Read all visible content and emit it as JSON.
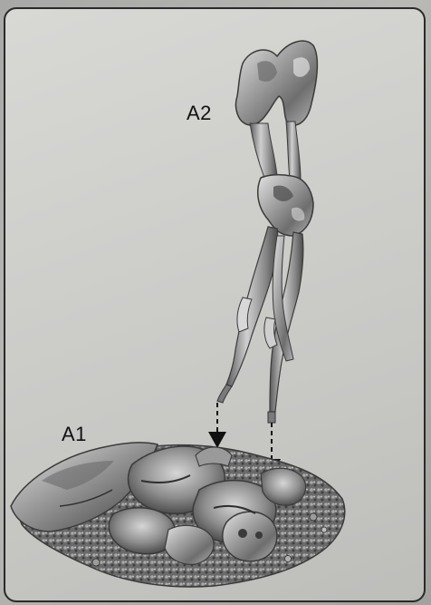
{
  "labels": {
    "a1": "A1",
    "a2": "A2"
  },
  "parts": [
    {
      "id": "A2",
      "description_icon": "skeletal-creature-figure"
    },
    {
      "id": "A1",
      "description_icon": "rocky-base"
    }
  ],
  "colors": {
    "panel_bg": "#d3d3d0",
    "metal_light": "#c9c9c9",
    "metal_mid": "#8e8e8e",
    "metal_dark": "#4a4a4a",
    "arrow": "#111111",
    "border": "#2a2a2a"
  }
}
